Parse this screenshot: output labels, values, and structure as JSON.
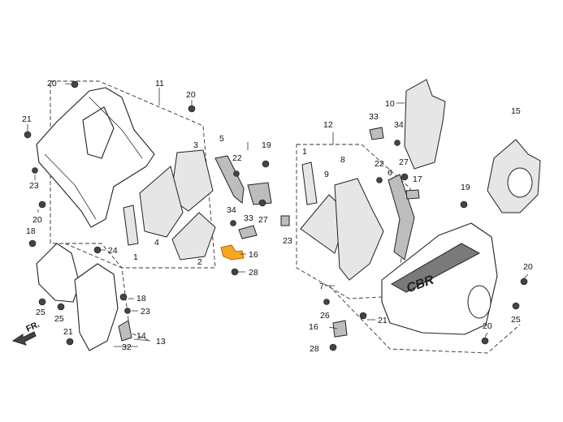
{
  "title": "",
  "direction_label": "FR.",
  "brand_mark": "CBR",
  "highlight_color": "#f5a623",
  "callouts": {
    "c1a": "1",
    "c1b": "1",
    "c2": "2",
    "c3": "3",
    "c4": "4",
    "c5": "5",
    "c6": "6",
    "c7": "7",
    "c8": "8",
    "c9": "9",
    "c10": "10",
    "c11": "11",
    "c12": "12",
    "c13": "13",
    "c14": "14",
    "c15": "15",
    "c16a": "16",
    "c16b": "16",
    "c17": "17",
    "c18a": "18",
    "c18b": "18",
    "c19a": "19",
    "c19b": "19",
    "c20a": "20",
    "c20b": "20",
    "c20c": "20",
    "c20d": "20",
    "c20e": "20",
    "c21a": "21",
    "c21b": "21",
    "c21c": "21",
    "c22a": "22",
    "c22b": "22",
    "c23a": "23",
    "c23b": "23",
    "c23c": "23",
    "c24": "24",
    "c25a": "25",
    "c25b": "25",
    "c25c": "25",
    "c26": "26",
    "c27a": "27",
    "c27b": "27",
    "c28a": "28",
    "c28b": "28",
    "c32": "32",
    "c33a": "33",
    "c33b": "33",
    "c34a": "34",
    "c34b": "34"
  }
}
